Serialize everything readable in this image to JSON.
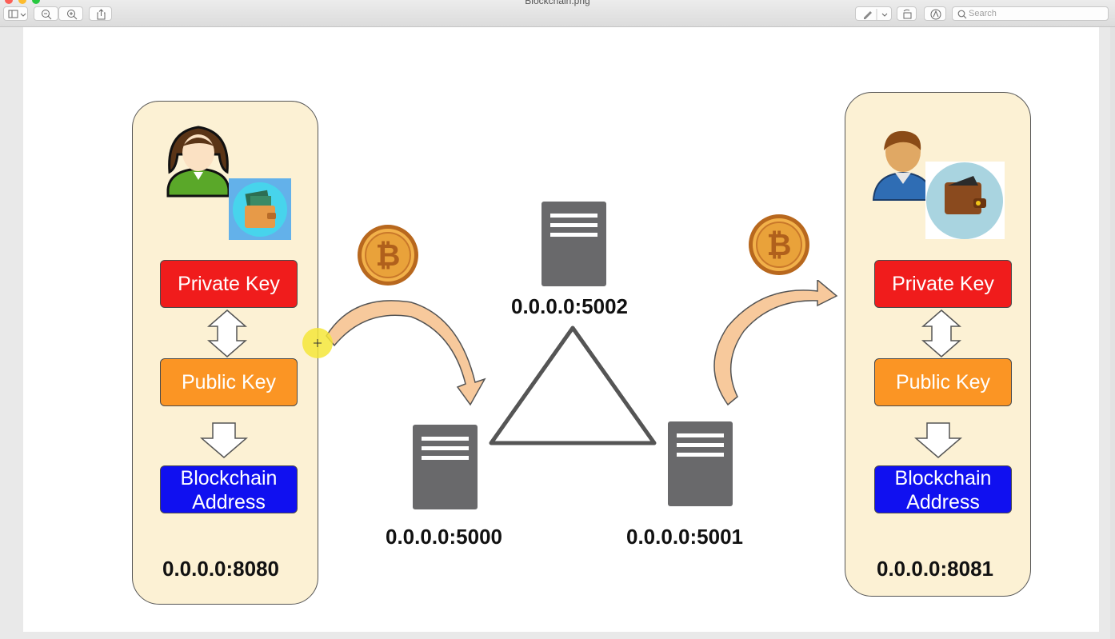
{
  "window": {
    "title": "Blockchain.png"
  },
  "toolbar": {
    "search_placeholder": "Search",
    "buttons": [
      "sidebar-toggle",
      "zoom-out",
      "zoom-in",
      "share",
      "markup-pen",
      "rotate",
      "annotate"
    ]
  },
  "diagram": {
    "left_node": {
      "private_key": "Private Key",
      "public_key": "Public Key",
      "address_line1": "Blockchain",
      "address_line2": "Address",
      "ip": "0.0.0.0:8080"
    },
    "right_node": {
      "private_key": "Private Key",
      "public_key": "Public Key",
      "address_line1": "Blockchain",
      "address_line2": "Address",
      "ip": "0.0.0.0:8081"
    },
    "servers": {
      "top": "0.0.0.0:5002",
      "bottom_left": "0.0.0.0:5000",
      "bottom_right": "0.0.0.0:5001"
    },
    "colors": {
      "private_key": "#f01c1c",
      "public_key": "#fb9524",
      "address": "#1010f0",
      "panel": "#fcf1d4",
      "server": "#69696b",
      "coin": "#e8a13a"
    }
  }
}
